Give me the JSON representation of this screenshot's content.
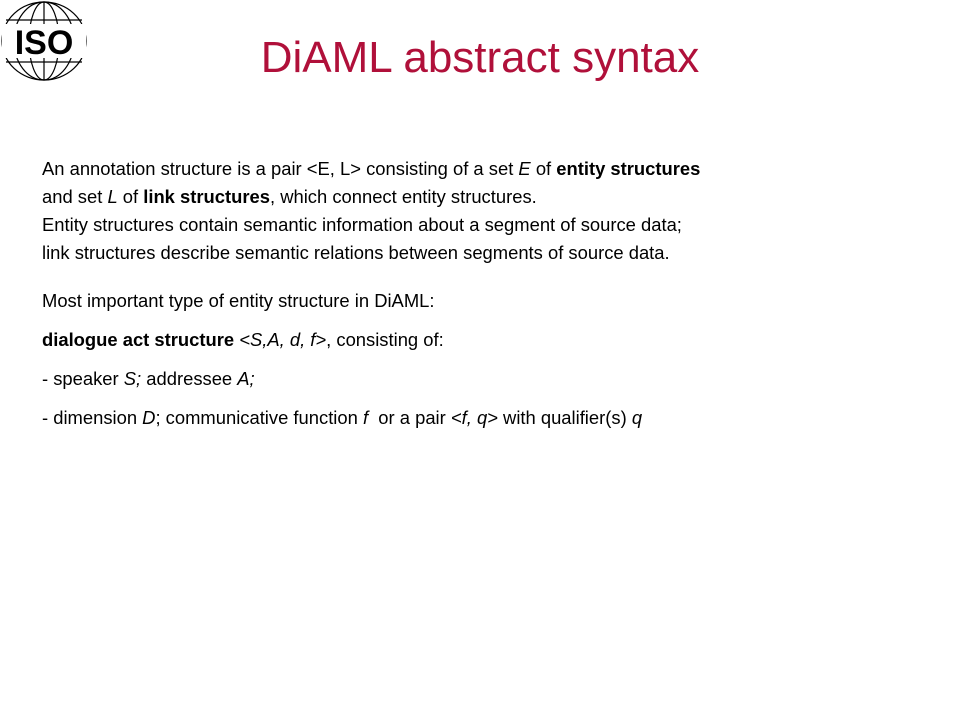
{
  "logo": {
    "text": "ISO",
    "color": "#000000",
    "icon": "globe-icon"
  },
  "title": "DiAML abstract syntax",
  "accent_color": "#b0103a",
  "paragraph1": {
    "line1": {
      "a": "An annotation structure is a pair ",
      "b": "<E, L>",
      "c": " consisting of a set ",
      "d": "E",
      "e": " of ",
      "f": "entity structures"
    },
    "line2": {
      "a": "and set ",
      "b": "L",
      "c": " of ",
      "d": "link structures",
      "e": ", which connect entity structures."
    },
    "line3": "Entity structures contain semantic information about a segment of source data;",
    "line4": "link structures describe semantic relations between segments of source data."
  },
  "list": {
    "item1": "Most important type of entity structure in DiAML:",
    "item2": {
      "a": "dialogue act structure",
      "b": " ",
      "c": "<S,A, d, f>",
      "d": ", consisting of:"
    },
    "item3": {
      "a": "- speaker ",
      "b": "S;",
      "c": " addressee ",
      "d": "A;"
    },
    "item4": {
      "a": "- dimension ",
      "b": "D",
      "c": "; communicative function ",
      "d": "f",
      "e": "  or a pair ",
      "f": "<f, q>",
      "g": " with qualifier(s) ",
      "h": "q"
    }
  }
}
